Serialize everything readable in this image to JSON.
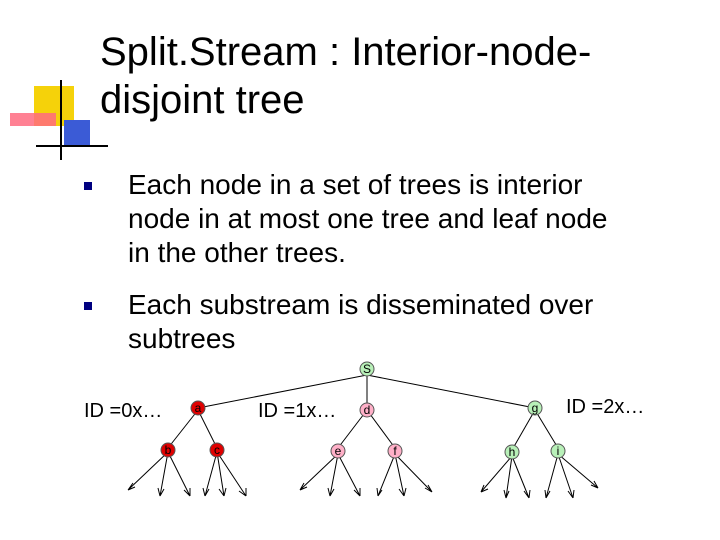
{
  "slide": {
    "title_lines": [
      "Split.Stream : Interior-node-",
      "disjoint tree"
    ],
    "bullets": [
      {
        "lines": [
          "Each node in a set of trees is interior",
          "node in at most one tree and leaf node",
          "in the other trees."
        ]
      },
      {
        "lines": [
          "Each substream is disseminated over",
          "subtrees"
        ]
      }
    ],
    "colors": {
      "bullet": "#000080",
      "deco_yellow": "#f5d20a",
      "deco_red": "#ff4d6d",
      "deco_blue": "#3b5bd6",
      "node_green": "#b8f0b8",
      "node_red": "#e00000",
      "node_pink": "#ffb0c8"
    }
  },
  "diagram": {
    "root": {
      "label": "S",
      "color": "node_green"
    },
    "trees": [
      {
        "id_label": "ID =0x…",
        "root": {
          "label": "a",
          "color": "node_red"
        },
        "children": [
          {
            "label": "b",
            "color": "node_red"
          },
          {
            "label": "c",
            "color": "node_red"
          }
        ]
      },
      {
        "id_label": "ID =1x…",
        "root": {
          "label": "d",
          "color": "node_pink"
        },
        "children": [
          {
            "label": "e",
            "color": "node_pink"
          },
          {
            "label": "f",
            "color": "node_pink"
          }
        ]
      },
      {
        "id_label": "ID =2x…",
        "root": {
          "label": "g",
          "color": "node_green"
        },
        "children": [
          {
            "label": "h",
            "color": "node_green"
          },
          {
            "label": "i",
            "color": "node_green"
          }
        ]
      }
    ]
  }
}
